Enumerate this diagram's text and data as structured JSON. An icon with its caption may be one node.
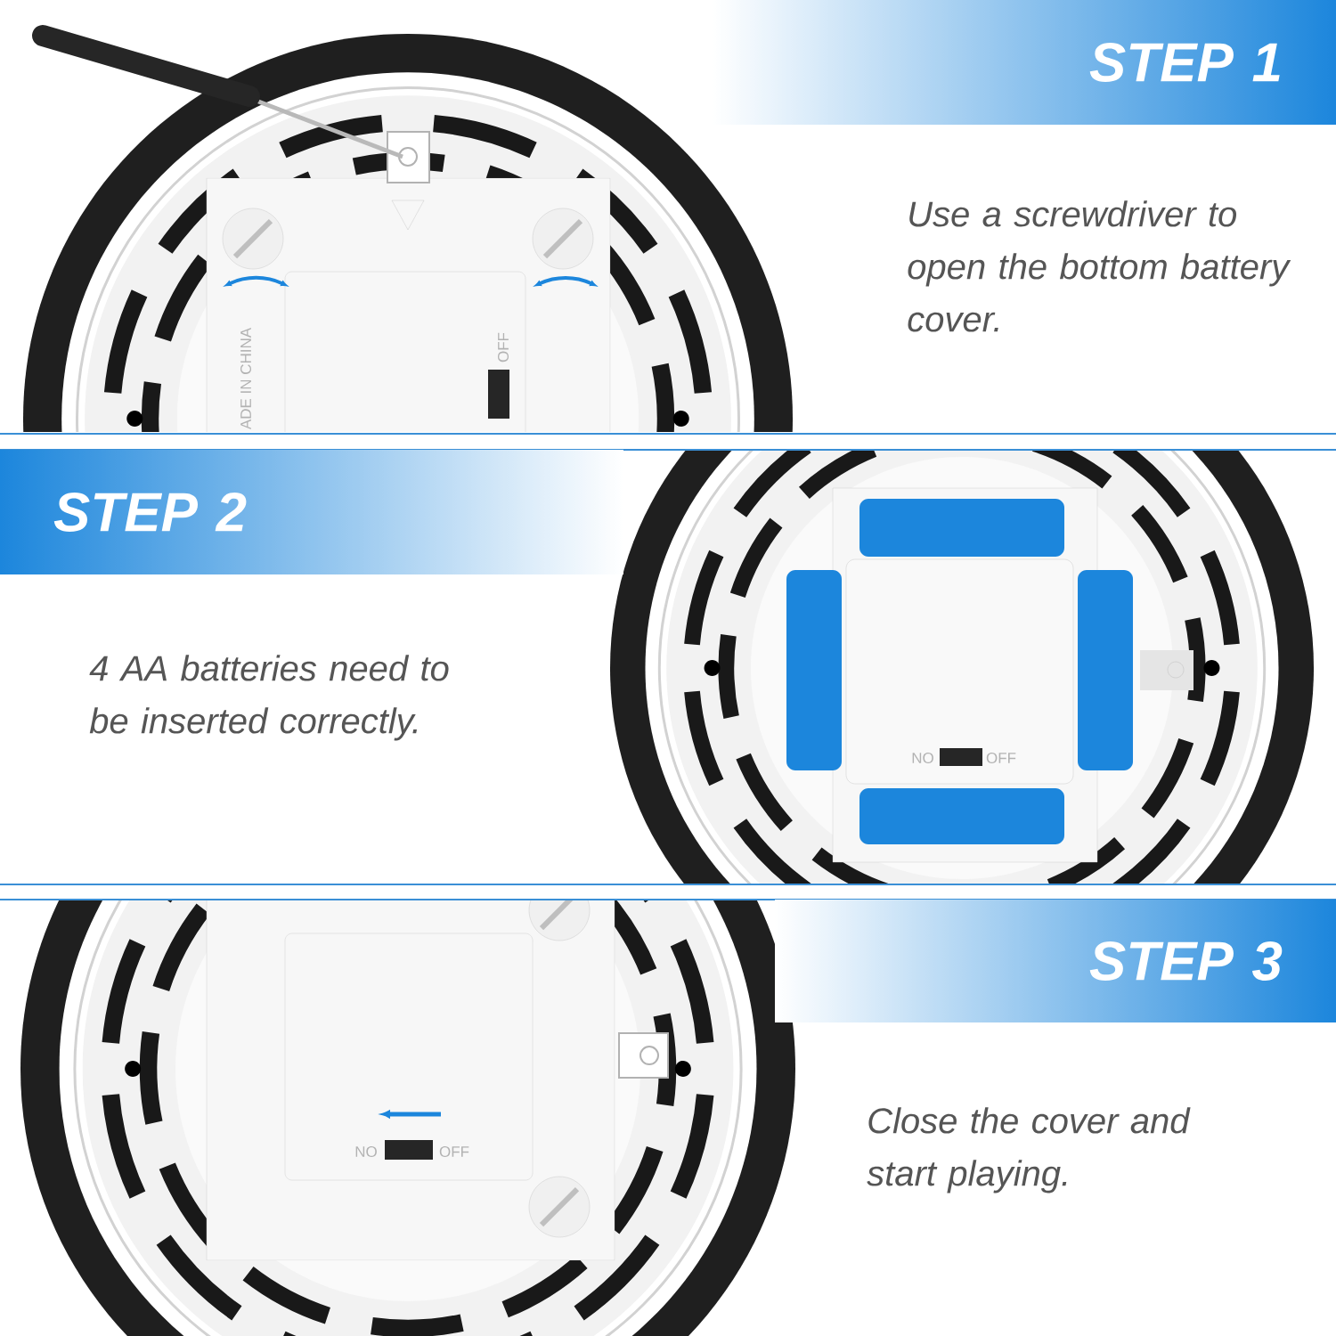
{
  "diagram": {
    "nodes": [
      {
        "text": [
          "STEP 1"
        ]
      },
      {
        "text": [
          "STEP 2"
        ]
      },
      {
        "text": [
          "STEP 3"
        ]
      }
    ],
    "labels": [
      "Use a screwdriver to open the bottom battery cover.",
      "ADE IN CHINA",
      "OFF",
      "4 AA batteries need to be inserted correctly.",
      "NO",
      "OFF",
      "NO",
      "OFF",
      "Close the cover and start playing."
    ]
  }
}
